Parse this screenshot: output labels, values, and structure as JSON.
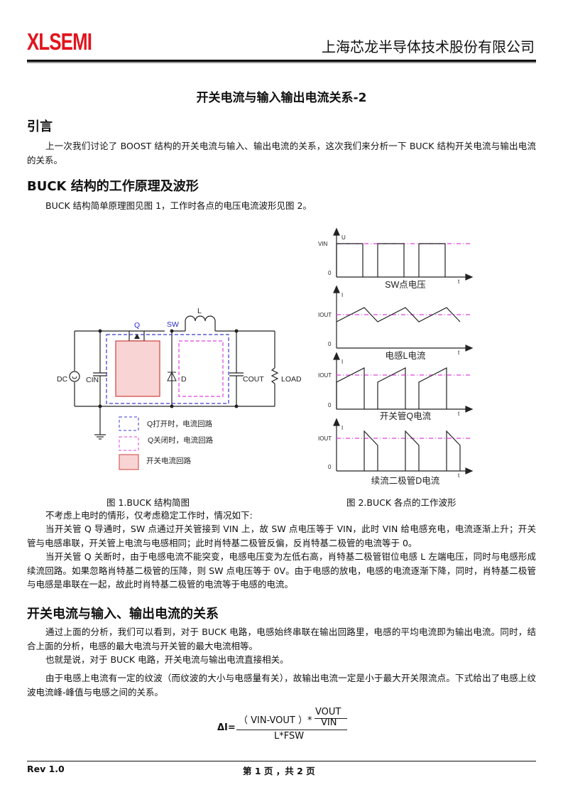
{
  "header": {
    "logo": "XLSEMI",
    "company": "上海芯龙半导体技术股份有限公司",
    "brand_color": "#e1141c"
  },
  "title": "开关电流与输入输出电流关系-2",
  "sections": [
    {
      "heading": "引言",
      "paragraphs": [
        "上一次我们讨论了 BOOST 结构的开关电流与输入、输出电流的关系，这次我们来分析一下 BUCK 结构开关电流与输出电流的关系。"
      ]
    },
    {
      "heading": "BUCK 结构的工作原理及波形",
      "paragraphs": [
        "BUCK 结构简单原理图见图 1，工作时各点的电压电流波形见图 2。",
        "不考虑上电时的情形，仅考虑稳定工作时，情况如下:",
        "当开关管 Q 导通时，SW 点通过开关管接到 VIN 上，故 SW 点电压等于 VIN，此时 VIN 给电感充电，电流逐渐上升；开关管与电感串联，开关管上电流与电感相同；此时肖特基二极管反偏，反肖特基二极管的电流等于 0。",
        "当开关管 Q 关断时，由于电感电流不能突变，电感电压变为左低右高，肖特基二极管钳位电感 L 左端电压，同时与电感形成续流回路。如果忽略肖特基二极管的压降，则 SW 点电压等于 0V。由于电感的放电，电感的电流逐渐下降，同时，肖特基二极管与电感是串联在一起，故此时肖特基二极管的电流等于电感的电流。"
      ]
    },
    {
      "heading": "开关电流与输入、输出电流的关系",
      "paragraphs": [
        "通过上面的分析，我们可以看到，对于 BUCK 电路，电感始终串联在输出回路里，电感的平均电流即为输出电流。同时，结合上面的分析，电感的最大电流与开关管的最大电流相等。",
        "也就是说，对于 BUCK 电路，开关电流与输出电流直接相关。",
        "由于电感上电流有一定的纹波（而纹波的大小与电感量有关），故输出电流一定是小于最大开关限流点。下式给出了电感上纹波电流峰-峰值与电感之间的关系。"
      ]
    }
  ],
  "figure1": {
    "caption": "图 1.BUCK 结构简图",
    "labels": {
      "q": "Q",
      "sw": "SW",
      "l": "L",
      "dc": "DC",
      "cin": "CIN",
      "d": "D",
      "cout": "COUT",
      "load": "LOAD"
    },
    "legend": [
      "Q打开时，电流回路",
      "Q关闭时，电流回路",
      "开关电流回路"
    ],
    "colors": {
      "on_loop": "#3a3ad0",
      "off_loop": "#e040e0",
      "switch_loop": "#f9d4d4"
    }
  },
  "figure2": {
    "caption": "图 2.BUCK 各点的工作波形",
    "panels": [
      {
        "title": "SW点电压",
        "y_axis": "U",
        "x_axis": "t",
        "level": "VIN",
        "zero": "0"
      },
      {
        "title": "电感L电流",
        "y_axis": "I",
        "x_axis": "t",
        "level": "IOUT",
        "zero": "0"
      },
      {
        "title": "开关管Q电流",
        "y_axis": "I",
        "x_axis": "t",
        "level": "IOUT",
        "zero": "0"
      },
      {
        "title": "续流二极管D电流",
        "y_axis": "I",
        "x_axis": "t",
        "level": "IOUT",
        "zero": "0"
      }
    ]
  },
  "formula": {
    "lhs": "ΔI=",
    "num_left": "（ VIN-VOUT ）*",
    "num_frac_top": "VOUT",
    "num_frac_bottom": "VIN",
    "den": "L*FSW"
  },
  "footer": {
    "rev": "Rev 1.0",
    "page": "第 1 页 ，共 2 页"
  }
}
